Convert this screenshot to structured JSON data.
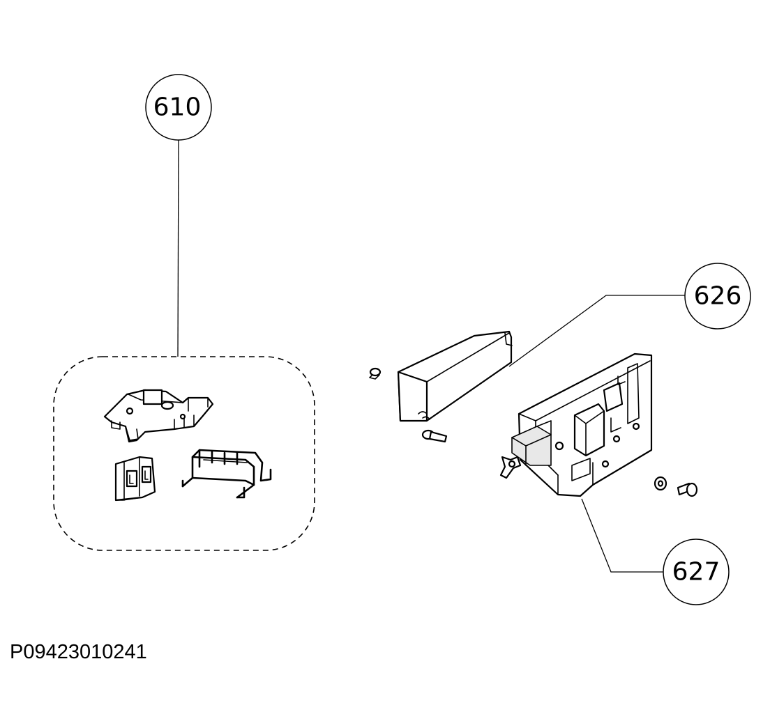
{
  "callouts": [
    {
      "id": "610",
      "label": "610"
    },
    {
      "id": "626",
      "label": "626"
    },
    {
      "id": "627",
      "label": "627"
    }
  ],
  "drawing_code": "P09423010241"
}
